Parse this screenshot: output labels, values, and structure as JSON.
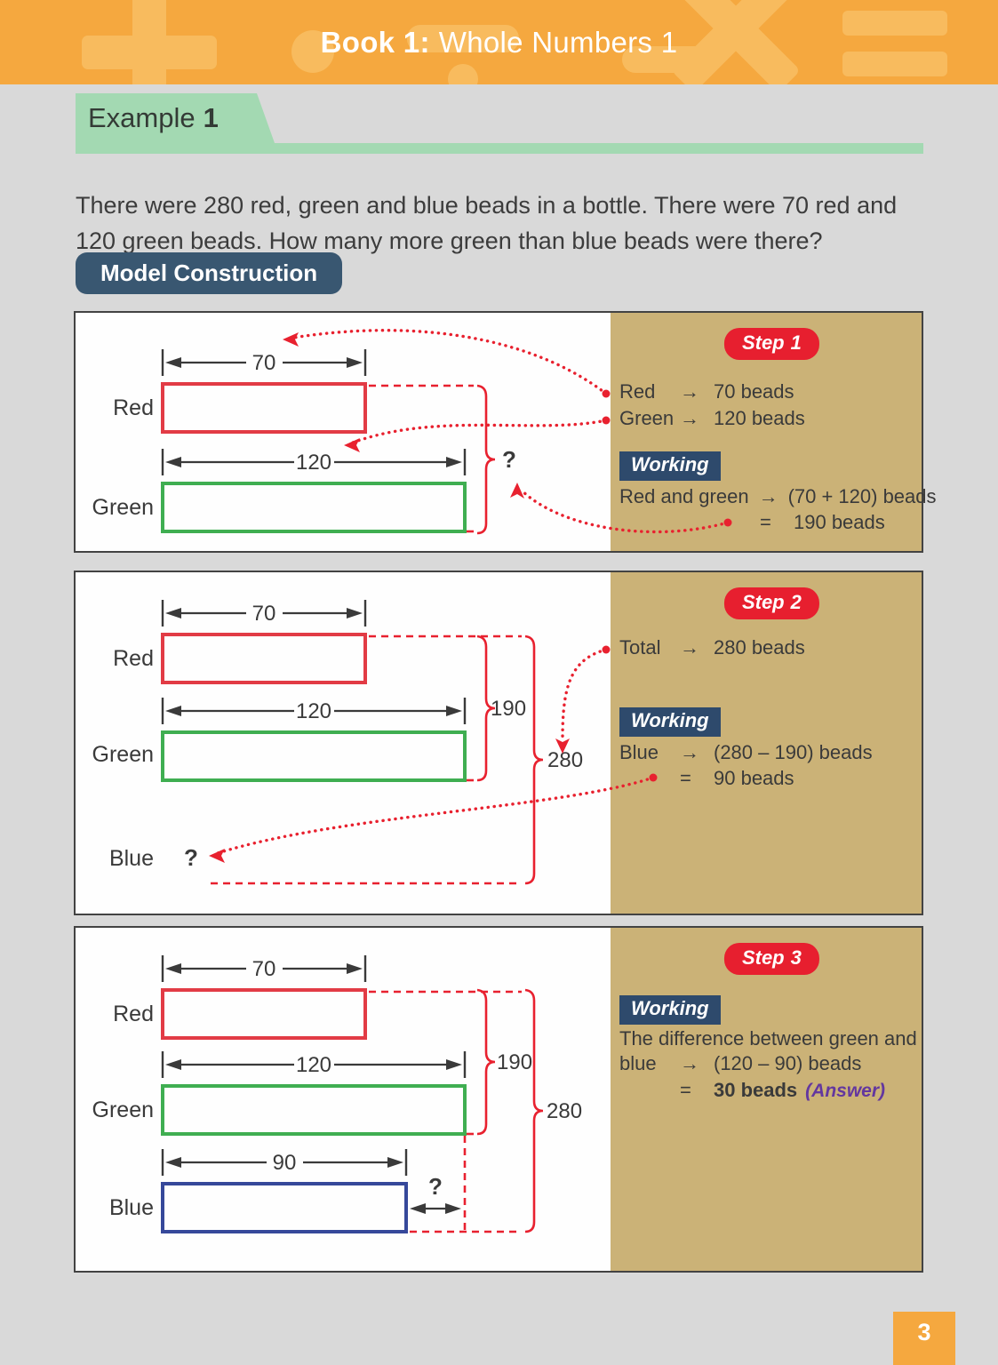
{
  "header": {
    "title_prefix": "Book 1:",
    "title_rest": "Whole Numbers 1",
    "decorations": [
      "plus-icon",
      "circle-icon",
      "divide-icon",
      "minus-icon",
      "multiply-icon",
      "equals-icon"
    ]
  },
  "example": {
    "heading_label": "Example",
    "heading_number": "1",
    "problem_line1": "There were 280 red, green and blue beads in a bottle. There were 70 red and",
    "problem_line2": "120 green beads. How many more green than blue beads were there?"
  },
  "model_construction_label": "Model Construction",
  "glyphs": {
    "arrow": "→",
    "equals": "="
  },
  "colors": {
    "band_orange": "#f5a83f",
    "decor_orange": "#f8bb5e",
    "page_gray": "#d9d9d9",
    "example_green": "#a3d9b2",
    "model_navy": "#395771",
    "working_navy": "#2e4a6c",
    "step_red": "#e71f2f",
    "tan_panel": "#cbb277",
    "bar_red": "#e23b45",
    "bar_green": "#3fae51",
    "bar_blue": "#36489a",
    "connector_red": "#e8212f",
    "text_dark": "#3a3a3a",
    "answer_purple": "#63379f"
  },
  "panels": [
    {
      "step_word": "Step",
      "step_num": "1",
      "working_label": "Working",
      "facts": [
        {
          "label": "Red",
          "value": "70 beads"
        },
        {
          "label": "Green",
          "value": "120 beads"
        }
      ],
      "working": {
        "label": "Red and green",
        "value": "(70 + 120) beads"
      },
      "result": {
        "value": "190 beads"
      },
      "diagram": {
        "red_label": "Red",
        "green_label": "Green",
        "red_dim": "70",
        "green_dim": "120",
        "question_mark": "?"
      }
    },
    {
      "step_word": "Step",
      "step_num": "2",
      "working_label": "Working",
      "facts": [
        {
          "label": "Total",
          "value": "280 beads"
        }
      ],
      "working": {
        "label": "Blue",
        "value": "(280 – 190) beads"
      },
      "result": {
        "value": "90 beads"
      },
      "diagram": {
        "red_label": "Red",
        "green_label": "Green",
        "blue_label": "Blue",
        "blue_value": "?",
        "red_dim": "70",
        "green_dim": "120",
        "brace_sum": "190",
        "brace_total": "280"
      }
    },
    {
      "step_word": "Step",
      "step_num": "3",
      "working_label": "Working",
      "working_intro": "The difference between green and",
      "working": {
        "label": "blue",
        "value": "(120 – 90) beads"
      },
      "result": {
        "value": "30 beads",
        "note": "(Answer)"
      },
      "diagram": {
        "red_label": "Red",
        "green_label": "Green",
        "blue_label": "Blue",
        "red_dim": "70",
        "green_dim": "120",
        "blue_dim": "90",
        "brace_sum": "190",
        "brace_total": "280",
        "diff_question": "?"
      }
    }
  ],
  "page": {
    "number": "3"
  }
}
